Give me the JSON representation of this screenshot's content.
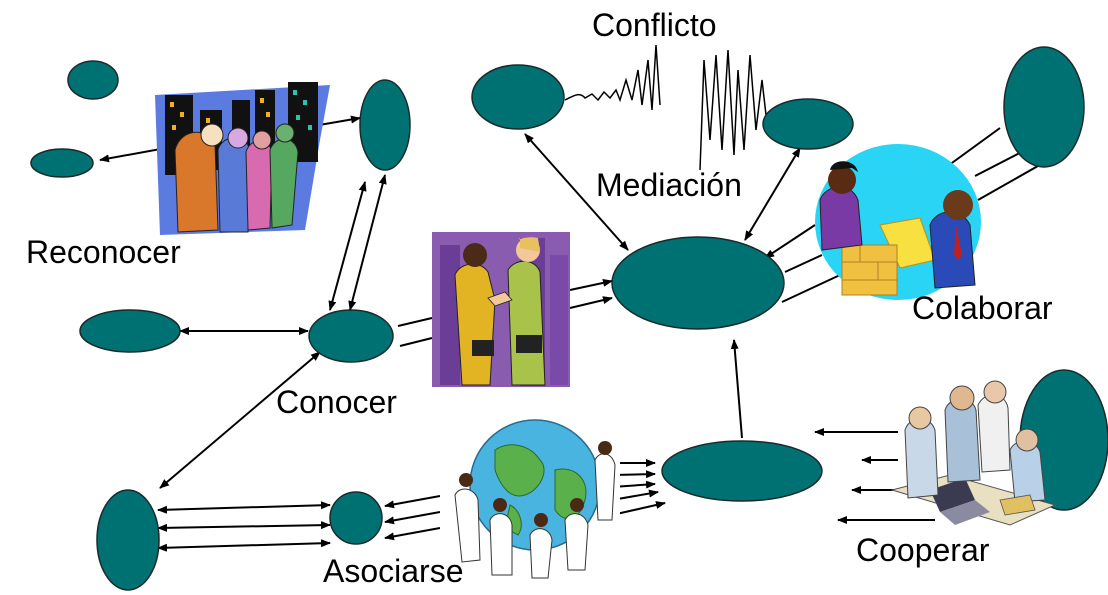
{
  "diagram": {
    "labels": {
      "conflicto": "Conflicto",
      "mediacion": "Mediación",
      "reconocer": "Reconocer",
      "conocer": "Conocer",
      "colaborar": "Colaborar",
      "asociarse": "Asociarse",
      "cooperar": "Cooperar"
    },
    "colors": {
      "node_fill": "#007173",
      "line": "#000000"
    },
    "clipart": [
      "city-people-icon",
      "handshake-icon",
      "team-meeting-icon",
      "globe-people-icon",
      "coworkers-laptop-icon"
    ]
  }
}
